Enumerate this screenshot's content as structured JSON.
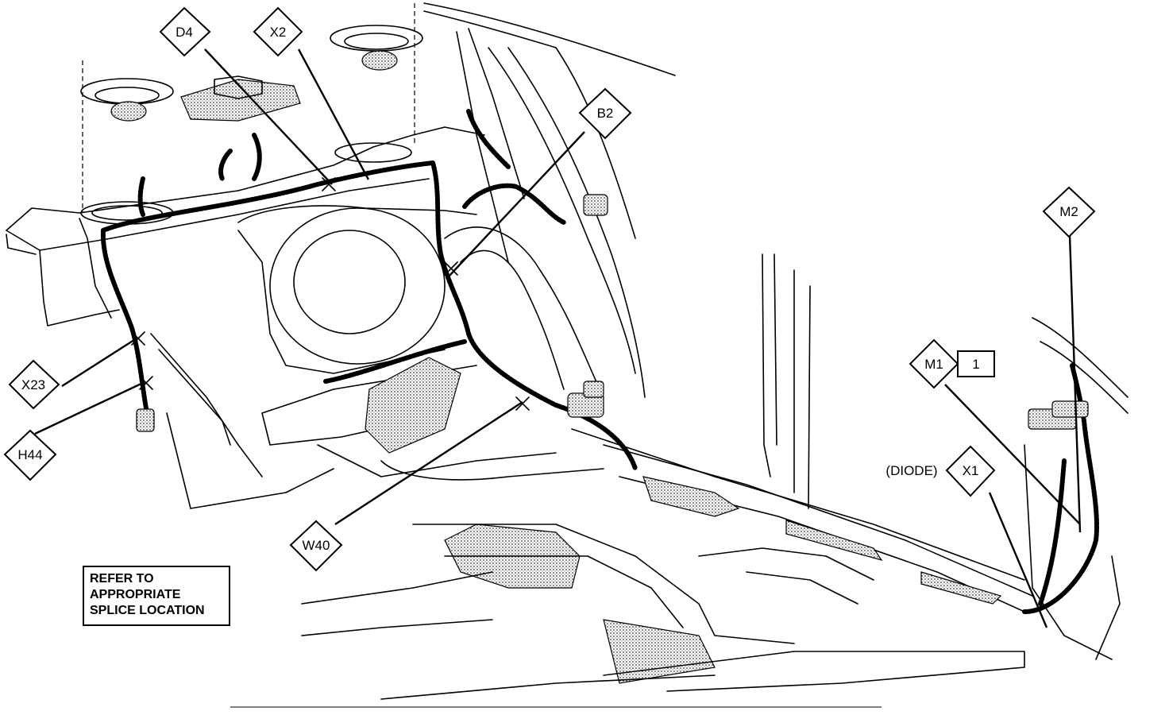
{
  "callouts": {
    "d4": "D4",
    "x2": "X2",
    "b2": "B2",
    "m2": "M2",
    "m1": "M1",
    "m1_ref": "1",
    "x1": "X1",
    "diode": "(DIODE)",
    "x23": "X23",
    "h44": "H44",
    "w40": "W40"
  },
  "note": {
    "line1": "REFER TO",
    "line2": "APPROPRIATE",
    "line3": "SPLICE LOCATION"
  }
}
